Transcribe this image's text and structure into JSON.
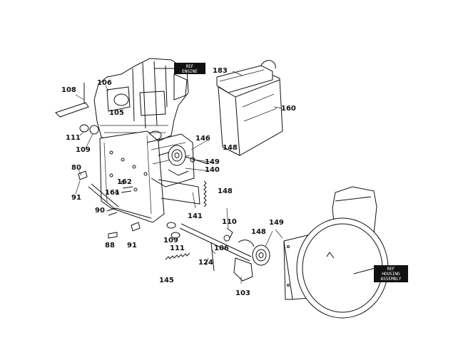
{
  "diagram": {
    "part_labels": [
      "108",
      "106",
      "105",
      "111",
      "109",
      "80",
      "91",
      "161",
      "162",
      "90",
      "88",
      "91",
      "109",
      "111",
      "145",
      "124",
      "106",
      "103",
      "146",
      "148",
      "149",
      "140",
      "141",
      "148",
      "110",
      "148",
      "149",
      "183",
      "160"
    ],
    "callouts": [
      {
        "line1": "REF",
        "line2": "ENGINE"
      },
      {
        "line1": "REF",
        "line2": "HOUSING",
        "line3": "ASSEMBLY"
      }
    ]
  }
}
